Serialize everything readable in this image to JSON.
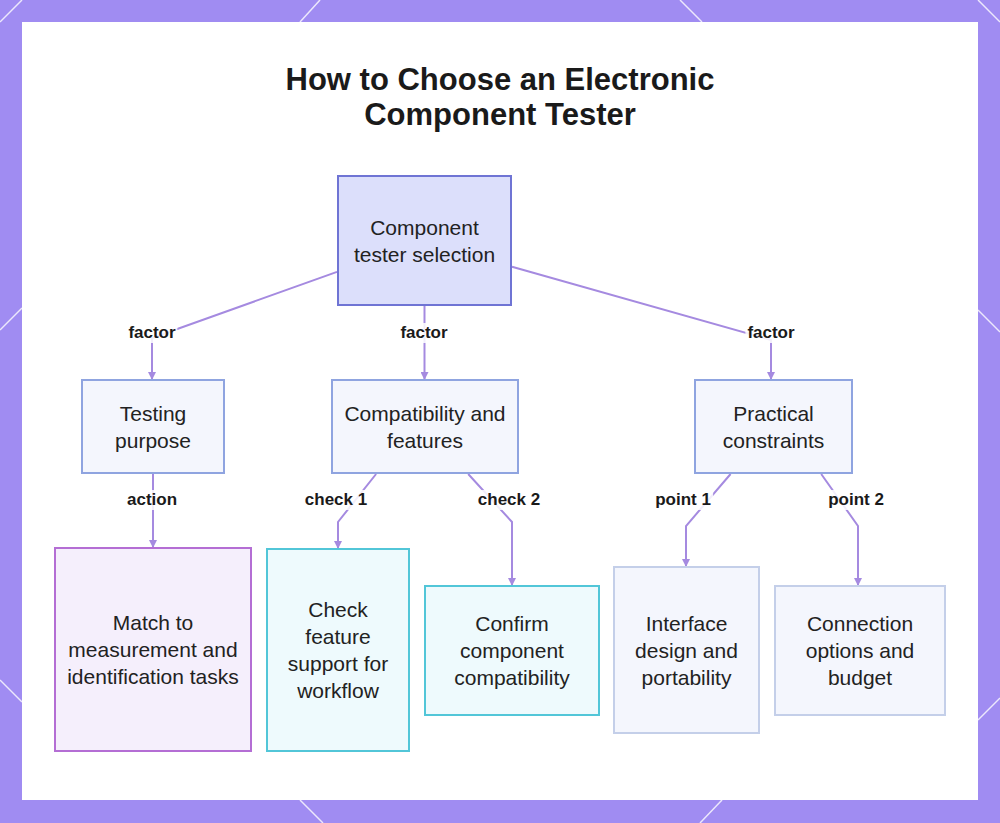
{
  "diagram": {
    "title": "How to Choose an Electronic Component Tester",
    "nodes": [
      {
        "text": [
          "Component tester selection"
        ]
      },
      {
        "text": [
          "Testing purpose"
        ]
      },
      {
        "text": [
          "Compatibility and features"
        ]
      },
      {
        "text": [
          "Practical constraints"
        ]
      },
      {
        "text": [
          "Match to measurement and identification tasks"
        ]
      },
      {
        "text": [
          "Check feature support for workflow"
        ]
      },
      {
        "text": [
          "Confirm component compatibility"
        ]
      },
      {
        "text": [
          "Interface design and portability"
        ]
      },
      {
        "text": [
          "Connection options and budget"
        ]
      }
    ],
    "edges": [
      {
        "from": 0,
        "to": 1,
        "label": "factor",
        "arrow": "to"
      },
      {
        "from": 0,
        "to": 2,
        "label": "factor",
        "arrow": "to"
      },
      {
        "from": 0,
        "to": 3,
        "label": "factor",
        "arrow": "to"
      },
      {
        "from": 1,
        "to": 4,
        "label": "action",
        "arrow": "to"
      },
      {
        "from": 2,
        "to": 5,
        "label": "check 1",
        "arrow": "to"
      },
      {
        "from": 2,
        "to": 6,
        "label": "check 2",
        "arrow": "to"
      },
      {
        "from": 3,
        "to": 7,
        "label": "point 1",
        "arrow": "to"
      },
      {
        "from": 3,
        "to": 8,
        "label": "point 2",
        "arrow": "to"
      }
    ]
  }
}
